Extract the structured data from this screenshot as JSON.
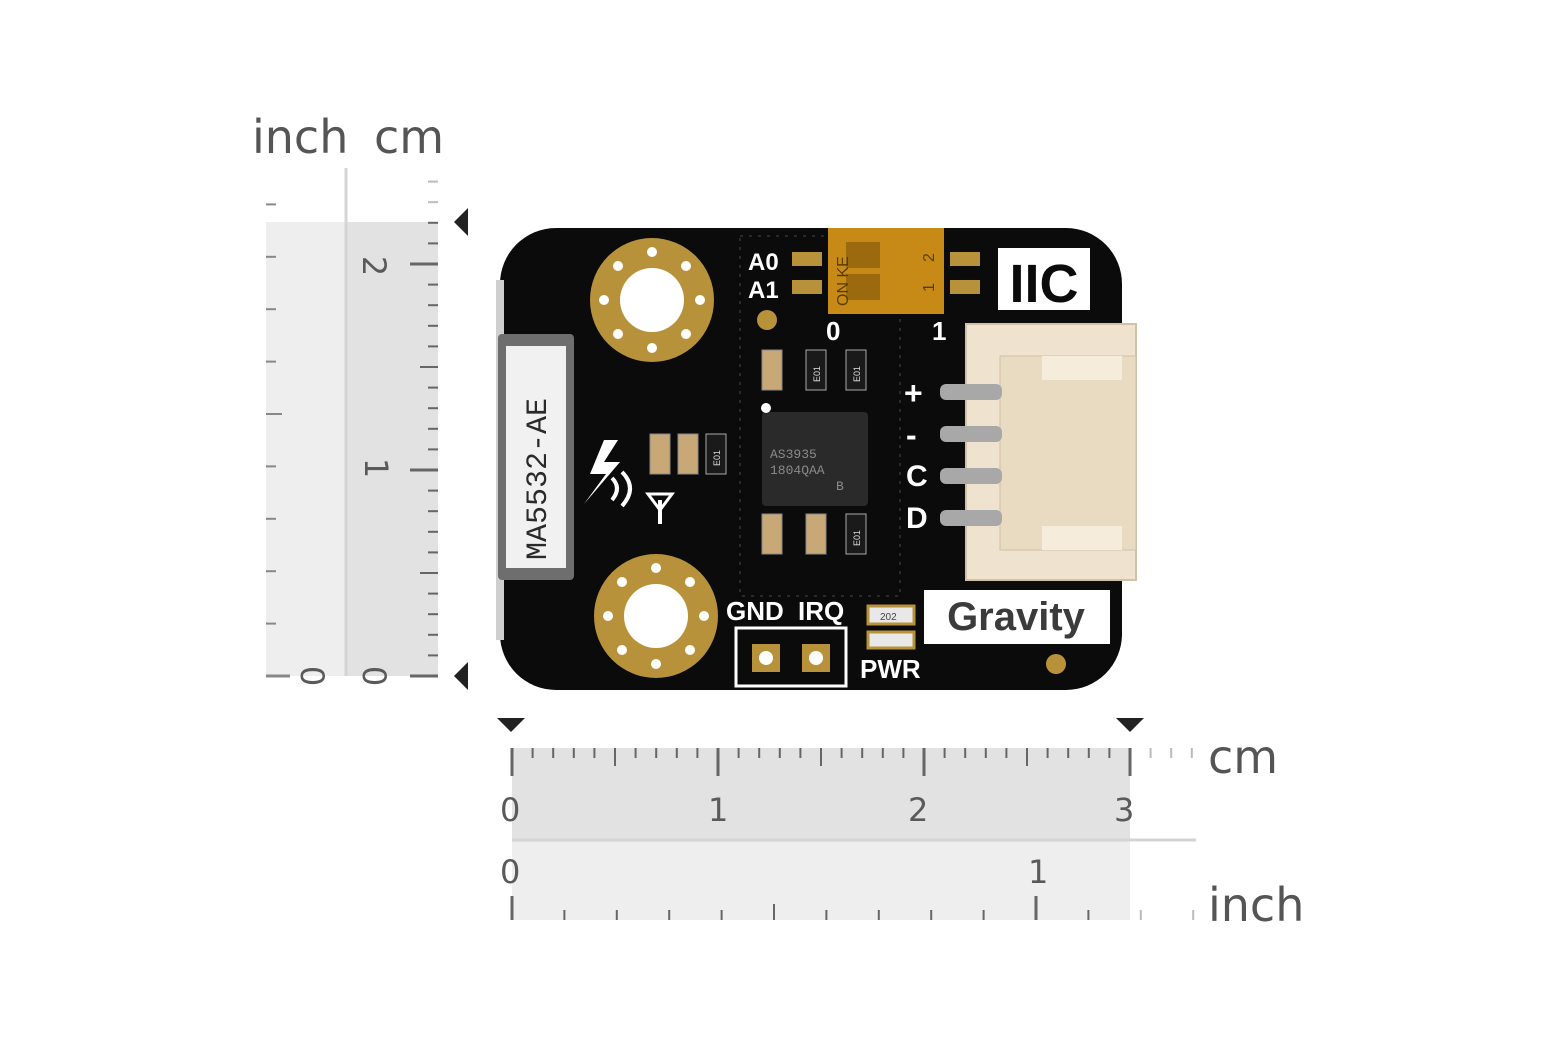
{
  "vertical_ruler": {
    "unit_inch": "inch",
    "unit_cm": "cm",
    "inch_ticks": [
      "0"
    ],
    "cm_ticks": [
      "0",
      "1",
      "2"
    ]
  },
  "horizontal_ruler": {
    "unit_cm": "cm",
    "unit_inch": "inch",
    "cm_ticks": [
      "0",
      "1",
      "2",
      "3"
    ],
    "inch_ticks": [
      "0",
      "1"
    ]
  },
  "board": {
    "pcb_color": "#0b0b0b",
    "connector_color": "#efe3cf",
    "pad_color": "#b8923a",
    "antenna_label": "MA5532-AE",
    "chip_line1": "AS3935",
    "chip_line2": "1804QAA",
    "chip_line3": "B",
    "addr_a0": "A0",
    "addr_a1": "A1",
    "switch_on": "ON KE",
    "switch_pos_0": "0",
    "switch_pos_1": "1",
    "switch_num_1": "1",
    "switch_num_2": "2",
    "iic_label": "IIC",
    "pin_plus": "+",
    "pin_minus": "-",
    "pin_c": "C",
    "pin_d": "D",
    "gnd_label": "GND",
    "irq_label": "IRQ",
    "pwr_label": "PWR",
    "brand_label": "Gravity",
    "resistor_code": "E01",
    "led_code": "202",
    "lightning_icon": "lightning-icon",
    "antenna_icon": "antenna-icon"
  }
}
